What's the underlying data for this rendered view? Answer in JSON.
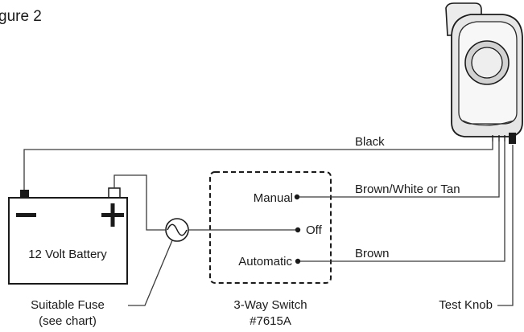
{
  "figure": {
    "title": "gure 2"
  },
  "battery": {
    "label": "12 Volt Battery",
    "negative_symbol": "−",
    "positive_symbol": "+"
  },
  "fuse": {
    "label_line1": "Suitable Fuse",
    "label_line2": "(see chart)"
  },
  "switch": {
    "positions": {
      "manual": "Manual",
      "off": "Off",
      "automatic": "Automatic"
    },
    "caption_line1": "3-Way Switch",
    "caption_line2": "#7615A"
  },
  "wires": {
    "black": "Black",
    "brown_white": "Brown/White or Tan",
    "brown": "Brown"
  },
  "pump": {
    "test_knob": "Test Knob"
  }
}
